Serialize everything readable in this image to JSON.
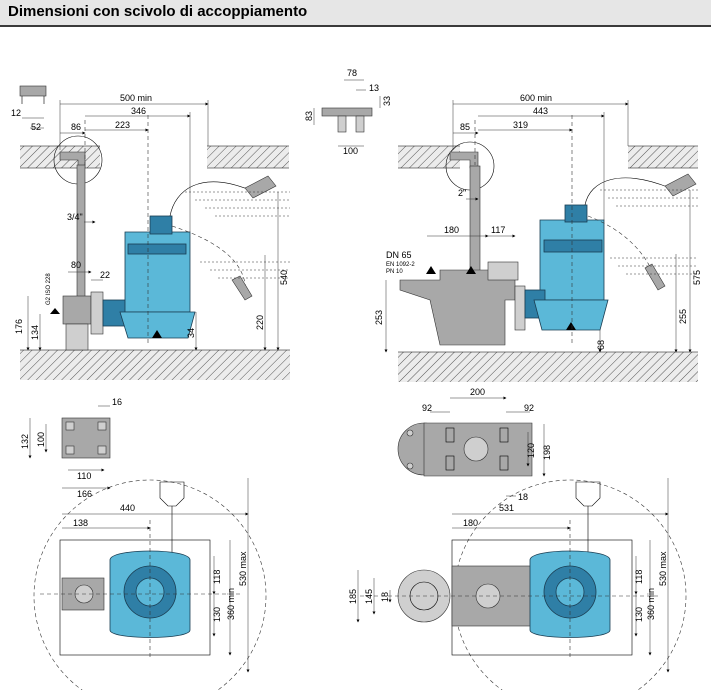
{
  "header": {
    "title": "Dimensioni con scivolo di accoppiamento"
  },
  "left_side_view": {
    "dims": {
      "d500": "500 min",
      "d346": "346",
      "d223": "223",
      "d86": "86",
      "d12": "12",
      "d52": "52",
      "d34_pipe": "3/4\"",
      "d80": "80",
      "d22": "22",
      "d540": "540",
      "d220": "220",
      "d176": "176",
      "d134": "134",
      "d34": "34",
      "thread": "G2 ISO 228"
    }
  },
  "right_side_view": {
    "dims": {
      "d78": "78",
      "d13": "13",
      "d33": "33",
      "d83": "83",
      "d100": "100",
      "d600": "600 min",
      "d443": "443",
      "d319": "319",
      "d85": "85",
      "d2": "2\"",
      "d180": "180",
      "d117": "117",
      "dn": "DN 65",
      "en": "EN 1092-2",
      "pn": "PN 10",
      "d575": "575",
      "d255": "255",
      "d253": "253",
      "d68": "68"
    }
  },
  "left_plan_view": {
    "dims": {
      "d16": "16",
      "d132": "132",
      "d100": "100",
      "d110": "110",
      "d166": "166",
      "d440": "440",
      "d138": "138",
      "d530": "530 max",
      "d360": "360 min",
      "d118": "118",
      "d130": "130"
    }
  },
  "right_plan_view": {
    "dims": {
      "d200": "200",
      "d92a": "92",
      "d92b": "92",
      "d120": "120",
      "d198": "198",
      "d18a": "18",
      "d531": "531",
      "d180": "180",
      "d185": "185",
      "d145": "145",
      "d18b": "18",
      "d530": "530 max",
      "d360": "360 min",
      "d118": "118",
      "d130": "130"
    }
  }
}
